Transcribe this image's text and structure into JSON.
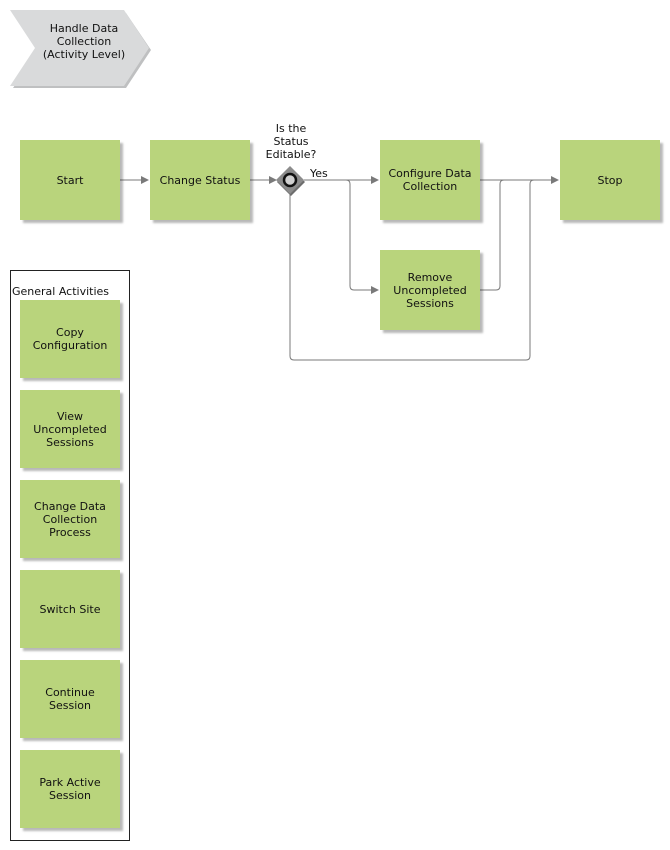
{
  "header": {
    "title": "Handle Data\nCollection\n(Activity Level)"
  },
  "flow": {
    "start": "Start",
    "change_status": "Change Status",
    "gateway_question": "Is the\nStatus\nEditable?",
    "yes_label": "Yes",
    "configure": "Configure Data\nCollection",
    "remove": "Remove\nUncompleted\nSessions",
    "stop": "Stop"
  },
  "general_activities": {
    "title": "General Activities",
    "items": [
      "Copy\nConfiguration",
      "View\nUncompleted\nSessions",
      "Change Data\nCollection\nProcess",
      "Switch Site",
      "Continue\nSession",
      "Park Active\nSession"
    ]
  },
  "colors": {
    "activity_fill": "#b9d47c",
    "chevron_fill": "#d9dadb",
    "connector": "#7a7a7a",
    "gateway": "#8c8c8c"
  },
  "icons": [
    "chevron-icon",
    "gateway-icon",
    "arrow-icon"
  ]
}
